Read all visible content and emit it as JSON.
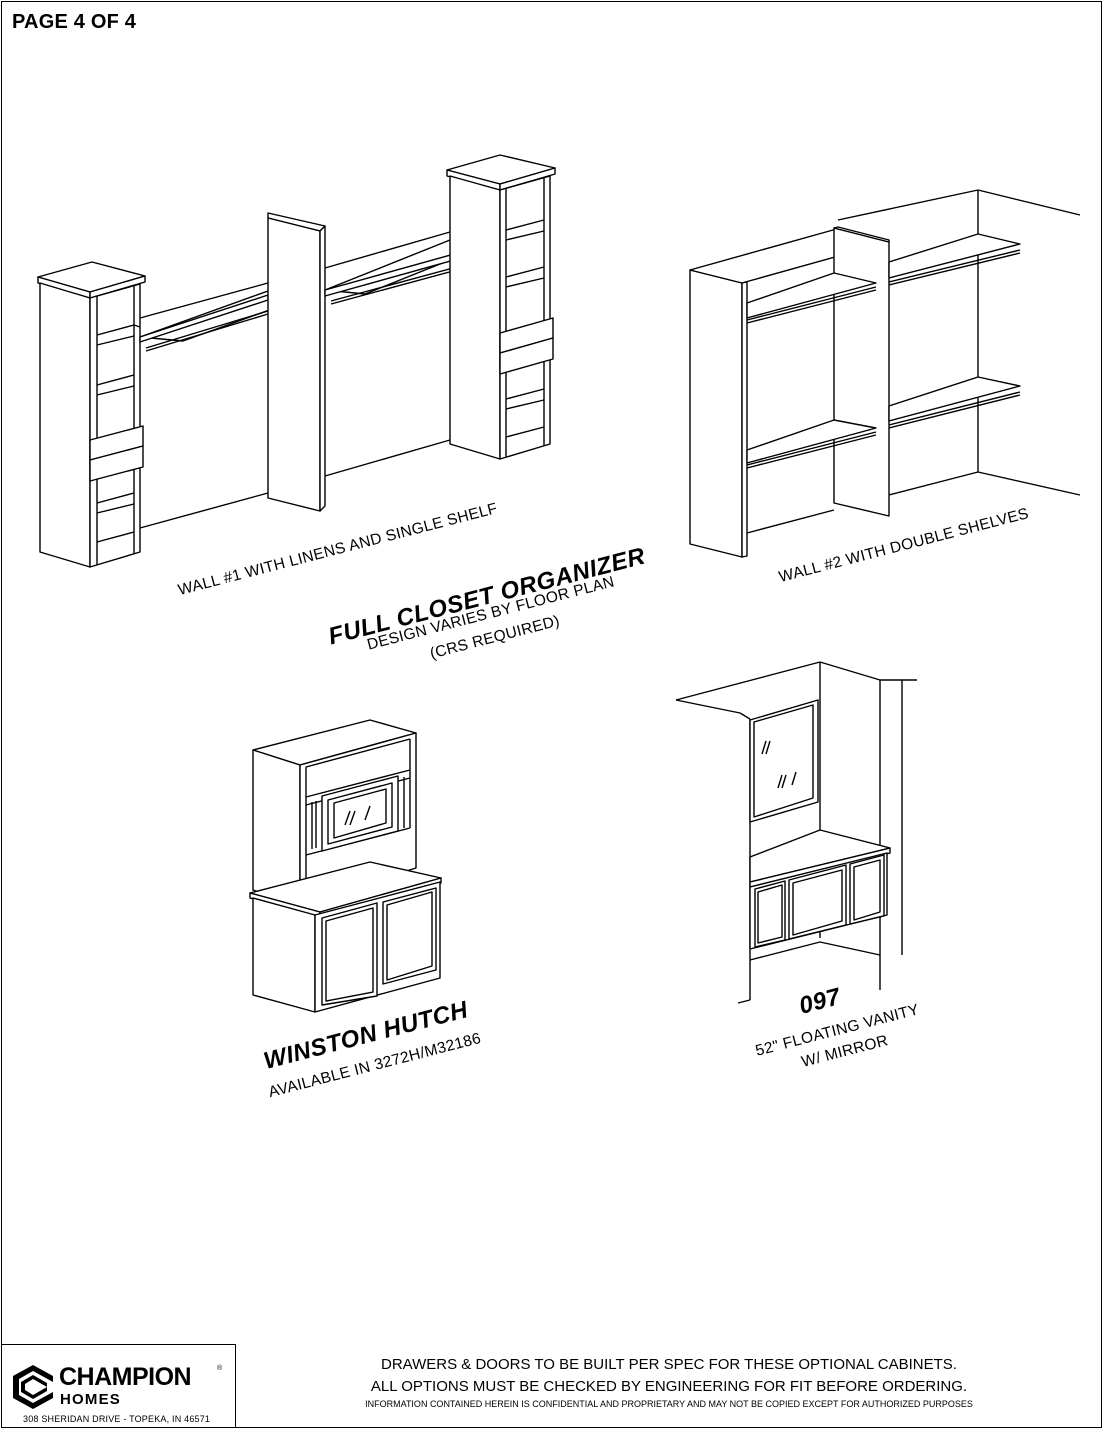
{
  "page": {
    "number_label": "PAGE 4 OF 4"
  },
  "closet": {
    "wall1_label": "WALL #1 WITH LINENS AND SINGLE SHELF",
    "wall2_label": "WALL #2 WITH DOUBLE SHELVES",
    "title": "FULL CLOSET ORGANIZER",
    "subtitle1": "DESIGN VARIES BY FLOOR PLAN",
    "subtitle2": "(CRS REQUIRED)"
  },
  "hutch": {
    "title": "WINSTON HUTCH",
    "subtitle": "AVAILABLE IN 3272H/M32186"
  },
  "vanity": {
    "title": "097",
    "subtitle1": "52\" FLOATING VANITY",
    "subtitle2": "W/ MIRROR"
  },
  "title_block": {
    "brand": "CHAMPION",
    "brand_sub": "HOMES",
    "address": "308 SHERIDAN DRIVE - TOPEKA, IN 46571"
  },
  "notes": {
    "line1": "DRAWERS & DOORS TO BE BUILT PER SPEC FOR THESE OPTIONAL CABINETS.",
    "line2": "ALL OPTIONS MUST BE CHECKED BY ENGINEERING FOR FIT BEFORE ORDERING.",
    "line3": "INFORMATION CONTAINED HEREIN IS CONFIDENTIAL AND PROPRIETARY AND MAY NOT BE COPIED EXCEPT FOR AUTHORIZED PURPOSES"
  }
}
